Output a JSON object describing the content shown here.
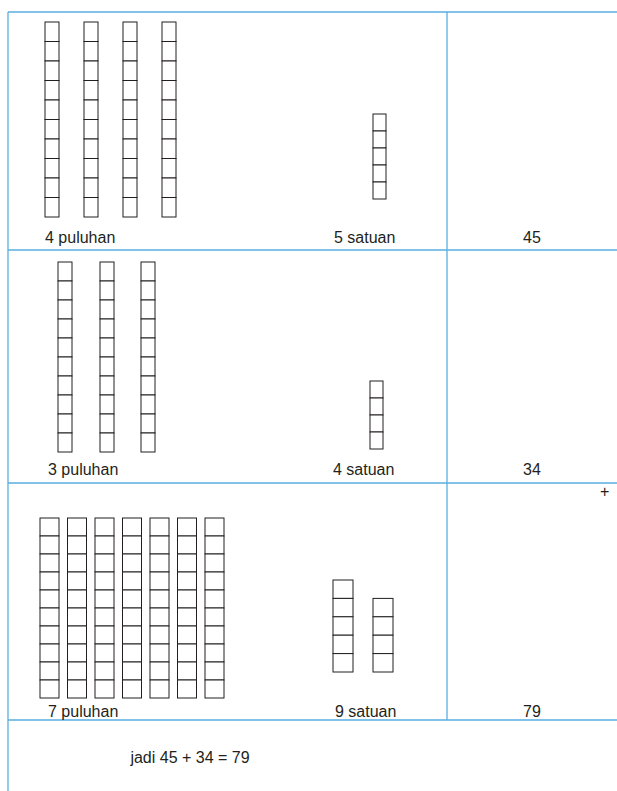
{
  "diagram": {
    "labels": [
      "4 puluhan",
      "5 satuan",
      "45",
      "3 puluhan",
      "4 satuan",
      "34",
      "+",
      "7 puluhan",
      "9 satuan",
      "79",
      "jadi 45 + 34 = 79"
    ]
  }
}
